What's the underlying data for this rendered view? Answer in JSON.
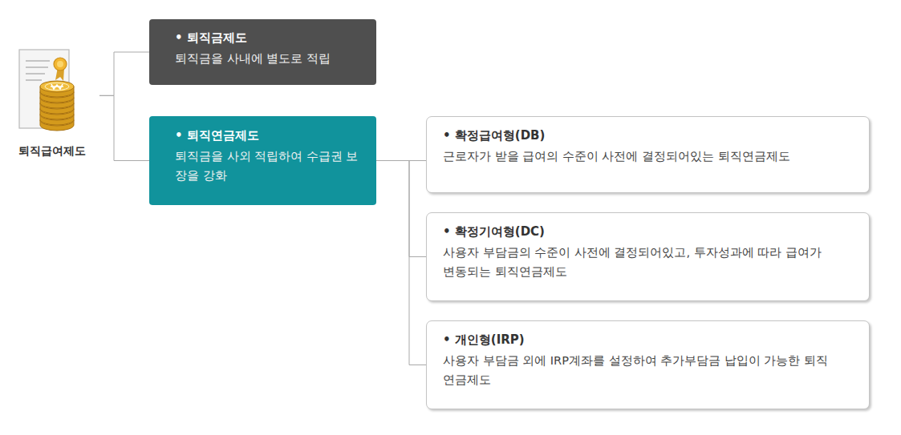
{
  "diagram": {
    "nodes": [
      {
        "text": [
          "퇴직급여제도"
        ]
      },
      {
        "text": [
          "• 퇴직금제도",
          "퇴직금을 사내에 별도로 적립"
        ]
      },
      {
        "text": [
          "• 퇴직연금제도",
          "퇴직금을 사외 적립하여 수급권 보장을 강화"
        ]
      },
      {
        "text": [
          "• 확정급여형(DB)",
          "근로자가 받을 급여의 수준이 사전에 결정되어있는 퇴직연금제도"
        ]
      },
      {
        "text": [
          "• 확정기여형(DC)",
          "사용자 부담금의 수준이 사전에 결정되어있고, 투자성과에 따라 급여가 변동되는 퇴직연금제도"
        ]
      },
      {
        "text": [
          "• 개인형(IRP)",
          "사용자 부담금 외에 IRP계좌를 설정하여 추가부담금 납입이 가능한 퇴직연금제도"
        ]
      }
    ],
    "edges": [
      {
        "from": 0,
        "to": 1,
        "arrow": "none"
      },
      {
        "from": 0,
        "to": 2,
        "arrow": "none"
      },
      {
        "from": 2,
        "to": 3,
        "arrow": "none"
      },
      {
        "from": 2,
        "to": 4,
        "arrow": "none"
      },
      {
        "from": 2,
        "to": 5,
        "arrow": "none"
      }
    ]
  }
}
